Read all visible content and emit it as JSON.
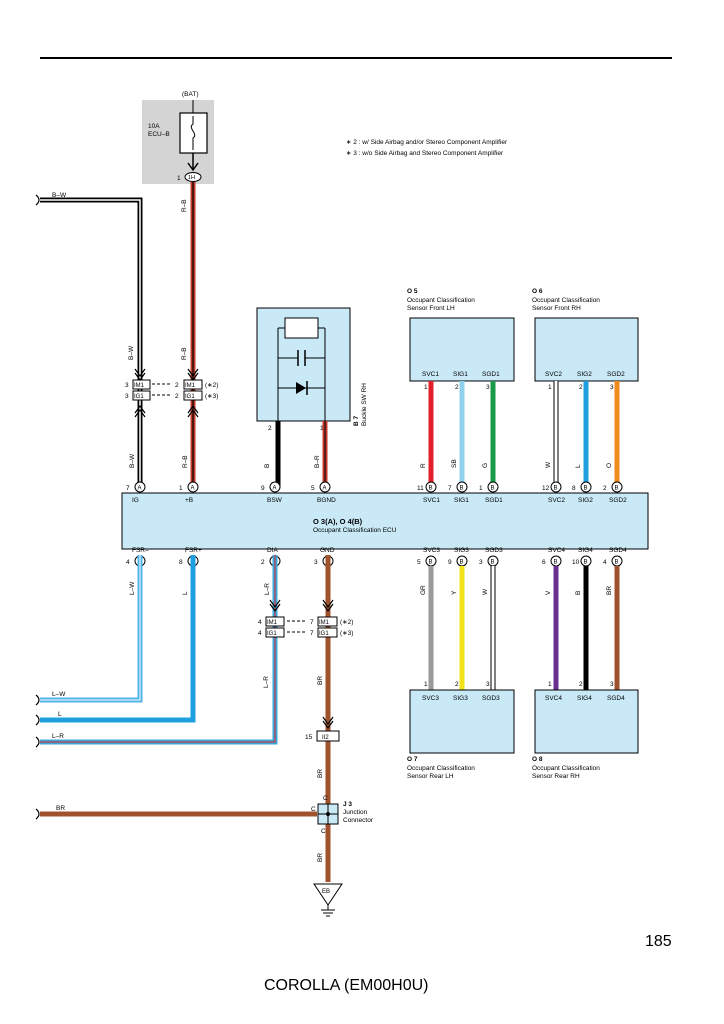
{
  "page_number": "185",
  "model": "COROLLA (EM00H0U)",
  "notes": [
    "∗ 2 : w/ Side Airbag and/or Stereo Component Amplifier",
    "∗ 3 : w/o Side Airbag and Stereo Component Amplifier"
  ],
  "fuse": {
    "source": "(BAT)",
    "rating": "10A",
    "name": "ECU–B",
    "pin": "1",
    "connector": "1H"
  },
  "left_wires": {
    "bw": "B–W",
    "lw": "L–W",
    "l": "L",
    "lr": "L–R",
    "br": "BR"
  },
  "ecu": {
    "title": "O 3(A), O 4(B)",
    "name": "Occupant Classification ECU",
    "top_pins": [
      {
        "label": "IG",
        "num": "7",
        "conn": "A",
        "wire": "B–W"
      },
      {
        "label": "+B",
        "num": "1",
        "conn": "A",
        "wire": "R–B"
      },
      {
        "label": "BSW",
        "num": "9",
        "conn": "A",
        "wire": "B"
      },
      {
        "label": "BGND",
        "num": "5",
        "conn": "A",
        "wire": "B–R"
      },
      {
        "label": "SVC1",
        "num": "11",
        "conn": "B",
        "wire": "R"
      },
      {
        "label": "SIG1",
        "num": "7",
        "conn": "B",
        "wire": "SB"
      },
      {
        "label": "SGD1",
        "num": "1",
        "conn": "B",
        "wire": "G"
      },
      {
        "label": "SVC2",
        "num": "12",
        "conn": "B",
        "wire": "W"
      },
      {
        "label": "SIG2",
        "num": "8",
        "conn": "B",
        "wire": "L"
      },
      {
        "label": "SGD2",
        "num": "2",
        "conn": "B",
        "wire": "O"
      }
    ],
    "bottom_pins": [
      {
        "label": "FSR–",
        "num": "4",
        "conn": "A",
        "wire": "L–W"
      },
      {
        "label": "FSR+",
        "num": "8",
        "conn": "A",
        "wire": "L"
      },
      {
        "label": "DIA",
        "num": "2",
        "conn": "A",
        "wire": "L–R"
      },
      {
        "label": "GND",
        "num": "3",
        "conn": "A",
        "wire": "BR"
      },
      {
        "label": "SVC3",
        "num": "5",
        "conn": "B",
        "wire": "GR"
      },
      {
        "label": "SIG3",
        "num": "9",
        "conn": "B",
        "wire": "Y"
      },
      {
        "label": "SGD3",
        "num": "3",
        "conn": "B",
        "wire": "W"
      },
      {
        "label": "SVC4",
        "num": "6",
        "conn": "B",
        "wire": "V"
      },
      {
        "label": "SIG4",
        "num": "10",
        "conn": "B",
        "wire": "B"
      },
      {
        "label": "SGD4",
        "num": "4",
        "conn": "B",
        "wire": "BR"
      }
    ]
  },
  "buckle": {
    "id": "B 7",
    "name": "Buckle SW RH",
    "pin_left": "2",
    "pin_right": "1"
  },
  "sensors": {
    "o5": {
      "id": "O 5",
      "line1": "Occupant Classification",
      "line2": "Sensor Front LH",
      "pins": [
        "SVC1",
        "SIG1",
        "SGD1"
      ],
      "nums": [
        "1",
        "2",
        "3"
      ]
    },
    "o6": {
      "id": "O 6",
      "line1": "Occupant Classification",
      "line2": "Sensor Front RH",
      "pins": [
        "SVC2",
        "SIG2",
        "SGD2"
      ],
      "nums": [
        "1",
        "2",
        "3"
      ]
    },
    "o7": {
      "id": "O 7",
      "line1": "Occupant Classification",
      "line2": "Sensor Rear LH",
      "pins": [
        "SVC3",
        "SIG3",
        "SGD3"
      ],
      "nums": [
        "1",
        "2",
        "3"
      ]
    },
    "o8": {
      "id": "O 8",
      "line1": "Occupant Classification",
      "line2": "Sensor Rear RH",
      "pins": [
        "SVC4",
        "SIG4",
        "SGD4"
      ],
      "nums": [
        "1",
        "2",
        "3"
      ]
    }
  },
  "connectors_top": {
    "wire_bw_upper": "B–W",
    "wire_rb_upper": "R–B",
    "im1": "IM1",
    "ig1": "IG1",
    "n_left_a": "3",
    "n_left_b": "3",
    "n_right_a": "2",
    "n_right_b": "2",
    "cond_a": "(∗2)",
    "cond_b": "(∗3)"
  },
  "connectors_bottom": {
    "im1": "IM1",
    "ig1": "IG1",
    "n_left_a": "4",
    "n_left_b": "4",
    "n_right_a": "7",
    "n_right_b": "7",
    "cond_a": "(∗2)",
    "cond_b": "(∗3)"
  },
  "ii2": {
    "num": "15",
    "name": "II2"
  },
  "junction": {
    "id": "J 3",
    "line1": "Junction",
    "line2": "Connector",
    "c": "C"
  },
  "ground": {
    "name": "EB"
  },
  "colors": {
    "black": "#000000",
    "red_black": "#c0392b",
    "blue_white": "#4fb6e6",
    "blue": "#1ea0e0",
    "blue_red": "#3aa9d9",
    "red": "#e0202c",
    "sky": "#8fd0ec",
    "green": "#1a9a48",
    "white": "#ffffff",
    "orange": "#f08a1c",
    "brown": "#a0522d",
    "gray": "#9a9a9a",
    "yellow": "#f1e21a",
    "violet": "#6a2f8f",
    "module_fill": "#c9e9f7",
    "fuse_fill": "#d4d4d4"
  }
}
